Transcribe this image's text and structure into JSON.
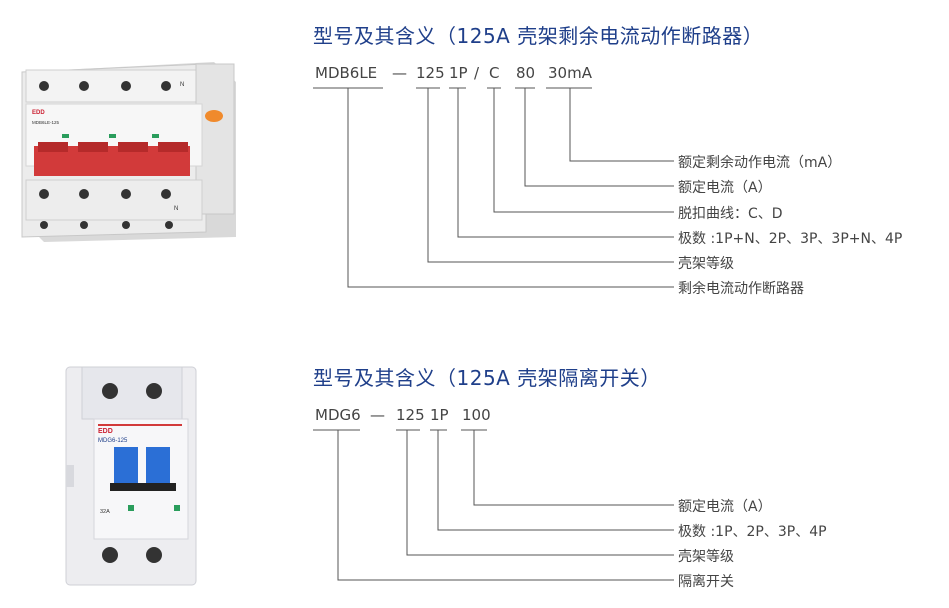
{
  "section1": {
    "title": "型号及其含义（125A 壳架剩余电流动作断路器）",
    "code": {
      "model": "MDB6LE",
      "dash": "—",
      "frame": "125",
      "poles": "1P",
      "slash": "/",
      "curve": "C",
      "current": "80",
      "residual": "30mA"
    },
    "descriptions": [
      "额定剩余动作电流（mA）",
      "额定电流（A）",
      "脱扣曲线：C、D",
      "极数 :1P+N、2P、3P、3P+N、4P",
      "壳架等级",
      "剩余电流动作断路器"
    ],
    "product_label": "MDB6LE-125",
    "brand": "EDD",
    "neutral_mark": "N"
  },
  "section2": {
    "title": "型号及其含义（125A 壳架隔离开关）",
    "code": {
      "model": "MDG6",
      "dash": "—",
      "frame": "125",
      "poles": "1P",
      "current": "100"
    },
    "descriptions": [
      "额定电流（A）",
      "极数 :1P、2P、3P、4P",
      "壳架等级",
      "隔离开关"
    ],
    "product_label": "MDG6-125",
    "brand": "EDD",
    "rating": "32A"
  },
  "colors": {
    "title": "#1f3f8a",
    "breaker_red": "#d23a3a",
    "switch_blue": "#2b6fd6",
    "line": "#555555"
  }
}
